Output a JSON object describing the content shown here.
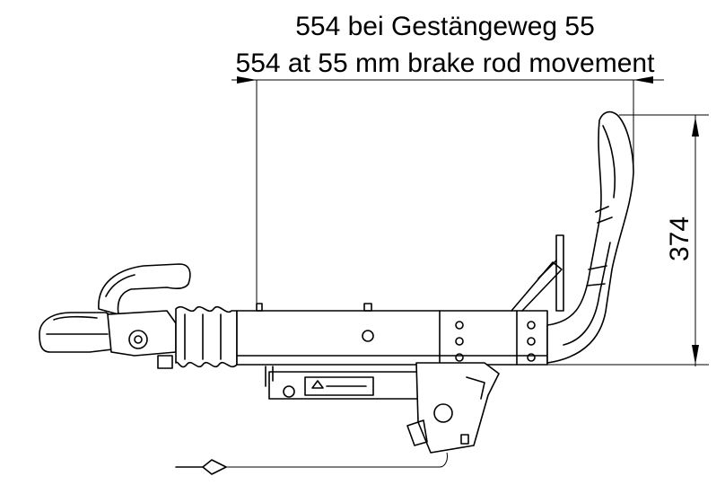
{
  "title_de": "554 bei Gestängeweg 55",
  "title_en": "554 at 55 mm brake rod movement",
  "height_dim": "374",
  "colors": {
    "line": "#000000",
    "background": "#ffffff"
  }
}
